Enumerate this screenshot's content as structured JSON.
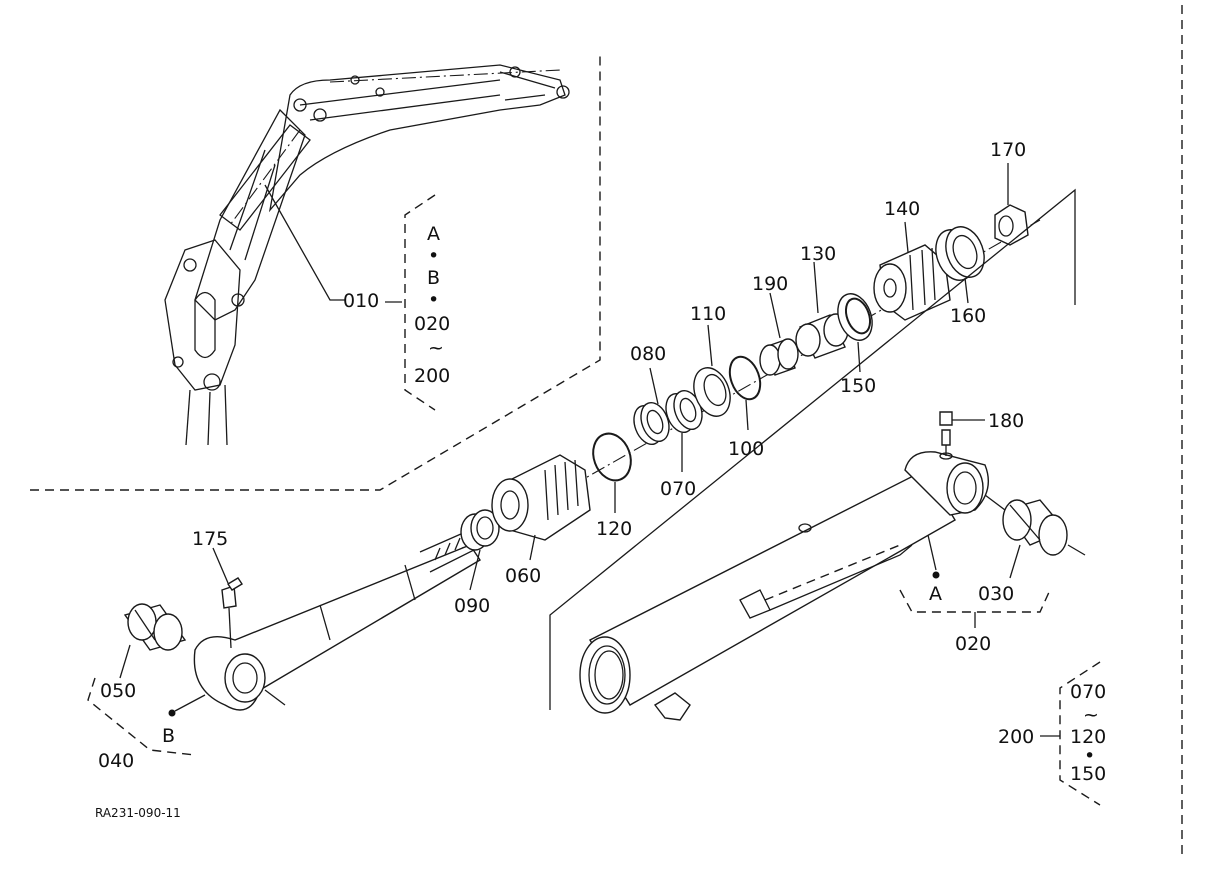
{
  "parts": {
    "p010": "010",
    "p020": "020",
    "p030": "030",
    "p040": "040",
    "p050": "050",
    "p060": "060",
    "p070": "070",
    "p080": "080",
    "p090": "090",
    "p100": "100",
    "p110": "110",
    "p120": "120",
    "p130": "130",
    "p140": "140",
    "p150": "150",
    "p160": "160",
    "p170": "170",
    "p175": "175",
    "p180": "180",
    "p190": "190",
    "p200": "200"
  },
  "markers": {
    "a": "A",
    "b": "B",
    "dot": "•",
    "tilde": "~"
  },
  "group010": {
    "l1": "A",
    "l2": "•",
    "l3": "B",
    "l4": "•",
    "l5": "020",
    "l6": "~",
    "l7": "200"
  },
  "group200": {
    "l1": "070",
    "l2": "~",
    "l3": "120",
    "l4": "•",
    "l5": "150"
  },
  "drawing_code": "RA231-090-11"
}
